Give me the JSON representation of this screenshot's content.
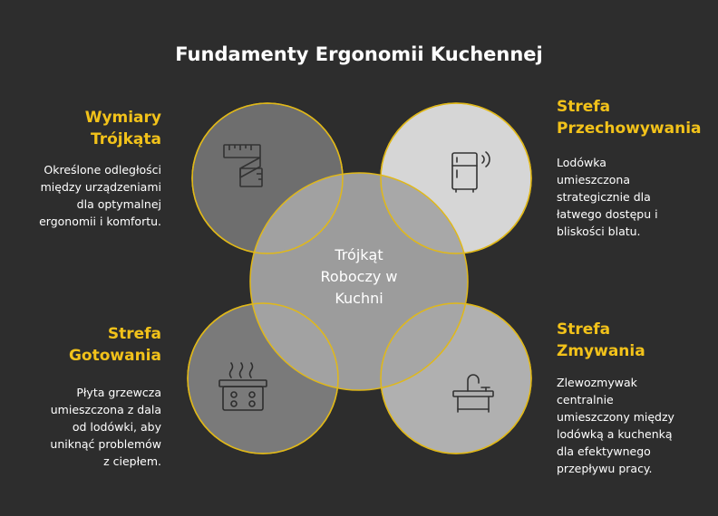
{
  "title": "Fundamenty Ergonomii Kuchennej",
  "center": {
    "line1": "Trójkąt",
    "line2": "Roboczy w",
    "line3": "Kuchni"
  },
  "zones": {
    "top_left": {
      "heading_line1": "Wymiary",
      "heading_line2": "Trójkąta",
      "desc_lines": [
        "Określone odległości",
        "między urządzeniami",
        "dla optymalnej",
        "ergonomii i komfortu."
      ],
      "icon": "measuring-tape-icon",
      "fill": "#6e6e6e"
    },
    "top_right": {
      "heading_line1": "Strefa",
      "heading_line2": "Przechowywania",
      "desc_lines": [
        "Lodówka",
        "umieszczona",
        "strategicznie dla",
        "łatwego dostępu i",
        "bliskości blatu."
      ],
      "icon": "smart-fridge-icon",
      "fill": "#d6d6d6"
    },
    "bottom_left": {
      "heading_line1": "Strefa",
      "heading_line2": "Gotowania",
      "desc_lines": [
        "Płyta grzewcza",
        "umieszczona z dala",
        "od lodówki, aby",
        "uniknąć problemów",
        "z ciepłem."
      ],
      "icon": "cooktop-icon",
      "fill": "#7a7a7a"
    },
    "bottom_right": {
      "heading_line1": "Strefa",
      "heading_line2": "Zmywania",
      "desc_lines": [
        "Zlewozmywak",
        "centralnie",
        "umieszczony między",
        "lodówką a kuchenką",
        "dla efektywnego",
        "przepływu pracy."
      ],
      "icon": "kitchen-sink-icon",
      "fill": "#b0b0b0"
    }
  },
  "colors": {
    "background": "#2d2d2d",
    "accent": "#f2c21a",
    "outline": "#e0b819",
    "center_fill": "#a5a5a5"
  }
}
